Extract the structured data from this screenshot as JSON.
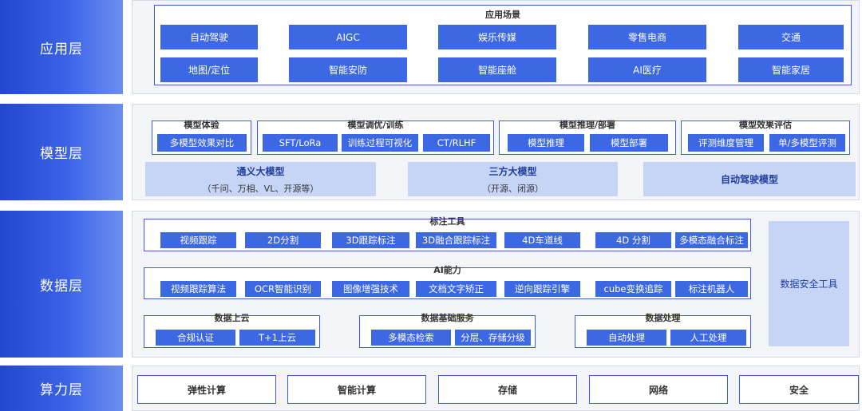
{
  "layers": {
    "app": "应用层",
    "model": "模型层",
    "data": "数据层",
    "compute": "算力层"
  },
  "app_layer": {
    "title": "应用场景",
    "row1": [
      "自动驾驶",
      "AIGC",
      "娱乐传媒",
      "零售电商",
      "交通"
    ],
    "row2": [
      "地图/定位",
      "智能安防",
      "智能座舱",
      "AI医疗",
      "智能家居"
    ]
  },
  "model_layer": {
    "experience": {
      "title": "模型体验",
      "items": [
        "多模型效果对比"
      ]
    },
    "tuning": {
      "title": "模型调优/训练",
      "items": [
        "SFT/LoRa",
        "训练过程可视化",
        "CT/RLHF"
      ]
    },
    "inference": {
      "title": "模型推理/部署",
      "items": [
        "模型推理",
        "模型部署"
      ]
    },
    "evaluation": {
      "title": "模型效果评估",
      "items": [
        "评测维度管理",
        "单/多模型评测"
      ]
    },
    "tongyi": {
      "title": "通义大模型",
      "subtitle": "（千问、万相、VL、开源等）"
    },
    "third_party": {
      "title": "三方大模型",
      "subtitle": "（开源、闭源）"
    },
    "autodrive": {
      "title": "自动驾驶模型"
    }
  },
  "data_layer": {
    "annotation": {
      "title": "标注工具",
      "items": [
        "视频跟踪",
        "2D分割",
        "3D跟踪标注",
        "3D融合跟踪标注",
        "4D车道线",
        "4D 分割",
        "多模态融合标注"
      ]
    },
    "ai": {
      "title": "AI能力",
      "items": [
        "视频跟踪算法",
        "OCR智能识别",
        "图像增强技术",
        "文档文字矫正",
        "逆向跟踪引擎",
        "cube变换追踪",
        "标注机器人"
      ]
    },
    "cloud": {
      "title": "数据上云",
      "items": [
        "合规认证",
        "T+1上云"
      ]
    },
    "base": {
      "title": "数据基础服务",
      "items": [
        "多模态检索",
        "分层、存储分级"
      ]
    },
    "processing": {
      "title": "数据处理",
      "items": [
        "自动处理",
        "人工处理"
      ]
    },
    "security": "数据安全工具"
  },
  "compute_layer": {
    "items": [
      "弹性计算",
      "智能计算",
      "存储",
      "网络",
      "安全"
    ]
  }
}
